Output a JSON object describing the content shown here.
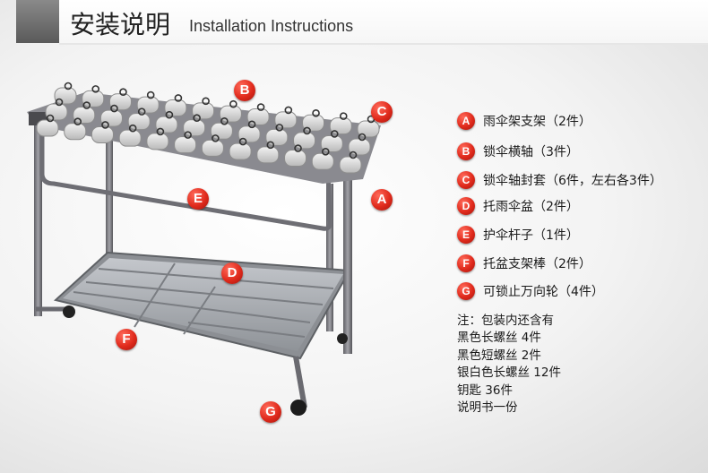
{
  "header": {
    "title_cn": "安装说明",
    "title_en": "Installation Instructions"
  },
  "colors": {
    "badge_red": "#e02a1c",
    "frame_gray": "#7b7b80",
    "tray_gray": "#a9acb2",
    "header_dark": "#5a5a5a"
  },
  "callouts": [
    "A",
    "B",
    "C",
    "D",
    "E",
    "F",
    "G"
  ],
  "legend": [
    {
      "letter": "A",
      "text": "雨伞架支架（2件）"
    },
    {
      "letter": "B",
      "text": "锁伞横轴（3件）"
    },
    {
      "letter": "C",
      "text": "锁伞轴封套（6件，左右各3件）"
    },
    {
      "letter": "D",
      "text": "托雨伞盆（2件）"
    },
    {
      "letter": "E",
      "text": "护伞杆子（1件）"
    },
    {
      "letter": "F",
      "text": "托盆支架棒（2件）"
    },
    {
      "letter": "G",
      "text": "可锁止万向轮（4件）"
    }
  ],
  "notes": [
    "注：包装内还含有",
    "黑色长螺丝 4件",
    "黑色短螺丝 2件",
    "银白色长螺丝 12件",
    "钥匙 36件",
    "说明书一份"
  ]
}
